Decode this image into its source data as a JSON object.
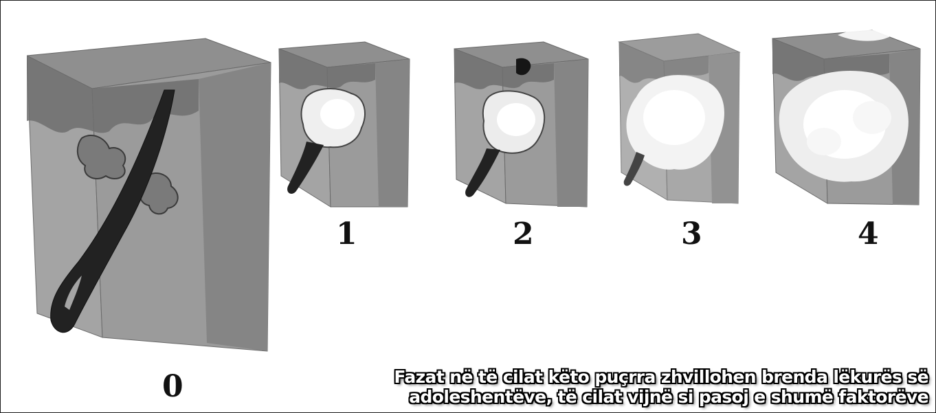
{
  "stages": [
    {
      "label": "0"
    },
    {
      "label": "1"
    },
    {
      "label": "2"
    },
    {
      "label": "3"
    },
    {
      "label": "4"
    }
  ],
  "caption": {
    "line1": "Fazat në të cilat këto puçrra zhvillohen brenda lëkurës së",
    "line2": "adoleshentëve, të cilat vijnë si pasoj e shumë faktorëve"
  },
  "colors": {
    "skin_front": "#a4a4a4",
    "skin_side": "#8a8a8a",
    "skin_top": "#8f8f8f",
    "epidermis": "#6f6f6f",
    "hair": "#222222",
    "pus": "#f2f2f2",
    "blackhead": "#161616"
  }
}
